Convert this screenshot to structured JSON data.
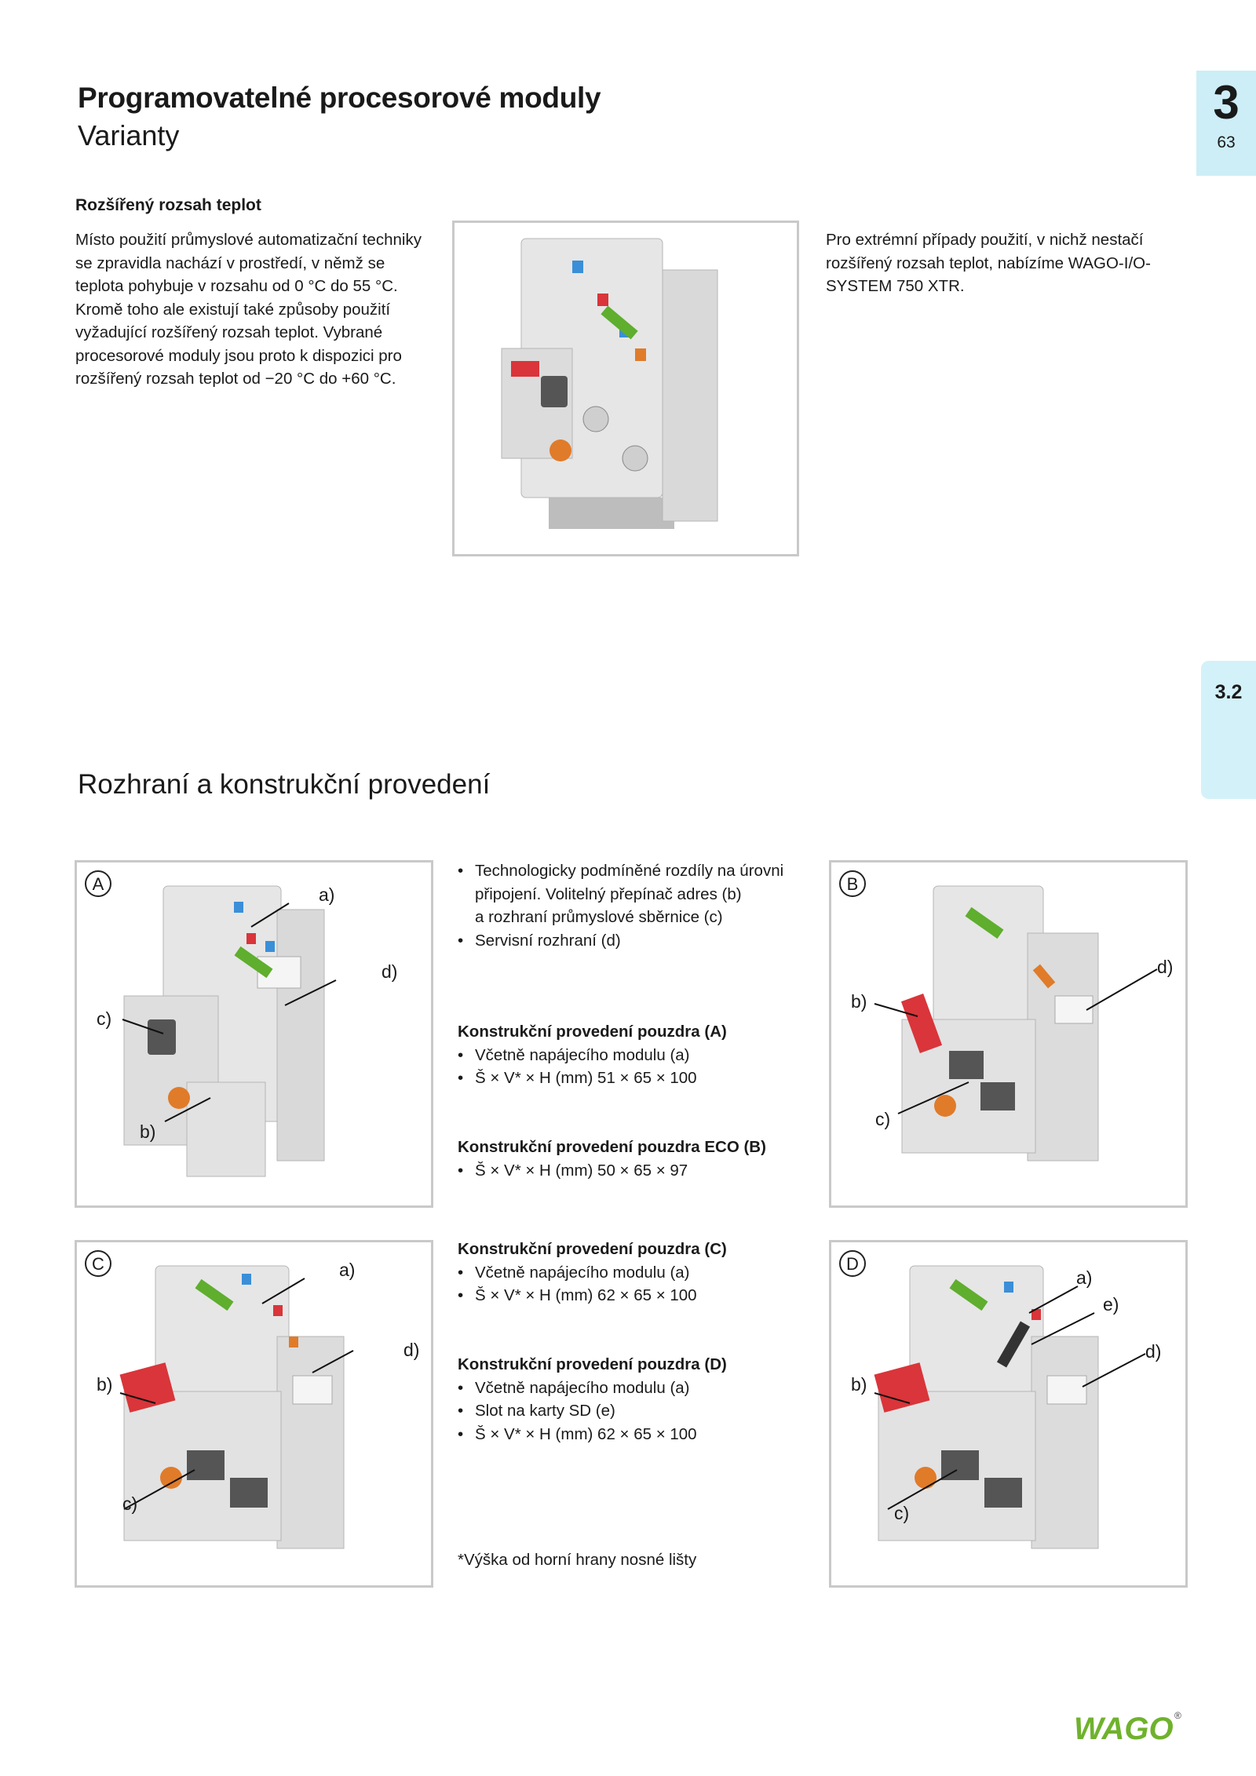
{
  "header": {
    "title": "Programovatelné procesorové moduly",
    "subtitle": "Varianty"
  },
  "tabs": {
    "chapter": "3",
    "page_number": "63",
    "section": "3.2"
  },
  "temp_section": {
    "heading": "Rozšířený rozsah teplot",
    "left_lines": [
      "Místo použití průmyslové automatizační techniky",
      "se zpravidla nachází v prostředí, v němž se",
      "teplota pohybuje v rozsahu od 0 °C do 55 °C.",
      "Kromě toho ale existují také způsoby použití",
      "vyžadující rozšířený rozsah teplot. Vybrané",
      "procesorové moduly jsou proto k dispozici pro",
      "rozšířený rozsah teplot od −20 °C do +60 °C."
    ],
    "right_lines": [
      "Pro extrémní případy použití, v nichž nestačí",
      "rozšířený rozsah teplot, nabízíme WAGO-I/O-",
      "SYSTEM 750 XTR."
    ]
  },
  "interfaces_section": {
    "heading": "Rozhraní a konstrukční provedení",
    "bullets_intro": [
      [
        "Technologicky podmíněné rozdíly na úrovni",
        "připojení. Volitelný přepínač adres (b)",
        "a rozhraní průmyslové sběrnice (c)"
      ],
      [
        "Servisní rozhraní (d)"
      ]
    ],
    "variants": [
      {
        "heading": "Konstrukční provedení pouzdra (A)",
        "bullets": [
          "Včetně napájecího modulu (a)",
          "Š × V* × H (mm) 51 × 65 × 100"
        ]
      },
      {
        "heading": "Konstrukční provedení pouzdra ECO (B)",
        "bullets": [
          "Š × V* × H (mm) 50 × 65 × 97"
        ]
      },
      {
        "heading": "Konstrukční provedení pouzdra (C)",
        "bullets": [
          "Včetně napájecího modulu (a)",
          "Š × V* × H (mm) 62 × 65 × 100"
        ]
      },
      {
        "heading": "Konstrukční provedení pouzdra (D)",
        "bullets": [
          "Včetně napájecího modulu (a)",
          "Slot na karty SD (e)",
          "Š × V* × H (mm) 62 × 65 × 100"
        ]
      }
    ],
    "footnote": "*Výška od horní hrany nosné lišty"
  },
  "figures": {
    "A": {
      "label": "A",
      "callouts": [
        "a)",
        "d)",
        "c)",
        "b)"
      ]
    },
    "B": {
      "label": "B",
      "callouts": [
        "d)",
        "b)",
        "c)"
      ]
    },
    "C": {
      "label": "C",
      "callouts": [
        "a)",
        "d)",
        "b)",
        "c)"
      ]
    },
    "D": {
      "label": "D",
      "callouts": [
        "a)",
        "e)",
        "d)",
        "b)",
        "c)"
      ]
    }
  },
  "brand": {
    "logo_text": "WAGO",
    "registered": "®",
    "color": "#6fb22c"
  }
}
